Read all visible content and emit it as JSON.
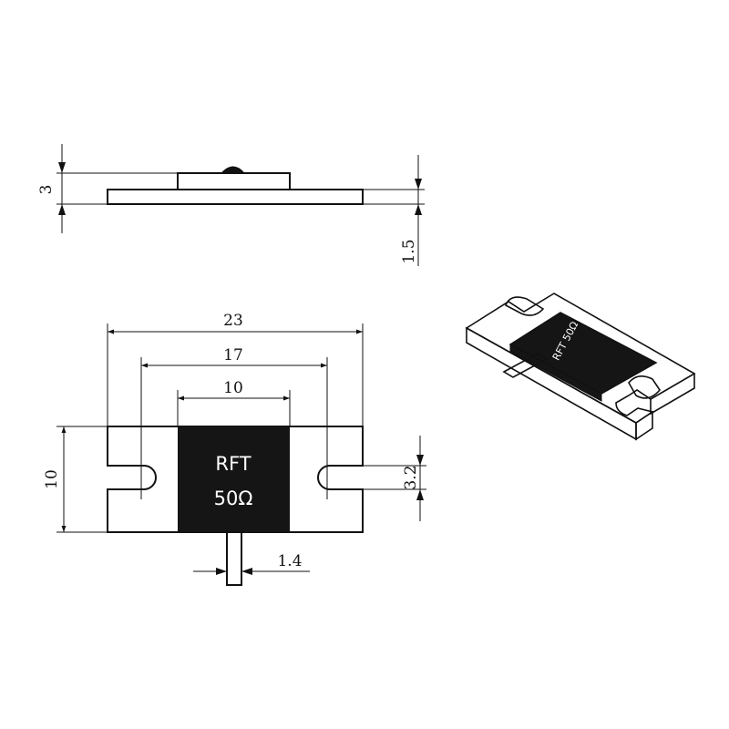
{
  "colors": {
    "line": "#111111",
    "chip_body": "#151515",
    "background": "#ffffff",
    "chip_text": "#ffffff"
  },
  "side_view": {
    "dim_height_total": "3",
    "dim_flange_thickness": "1.5"
  },
  "top_view": {
    "dim_overall_length": "23",
    "dim_hole_spacing": "17",
    "dim_body_width": "10",
    "dim_height": "10",
    "dim_slot_width": "3.2",
    "dim_lead_width": "1.4",
    "chip_marking_line1": "RFT",
    "chip_marking_line2": "50Ω"
  },
  "iso_view": {
    "chip_marking": "RFT 50Ω"
  }
}
